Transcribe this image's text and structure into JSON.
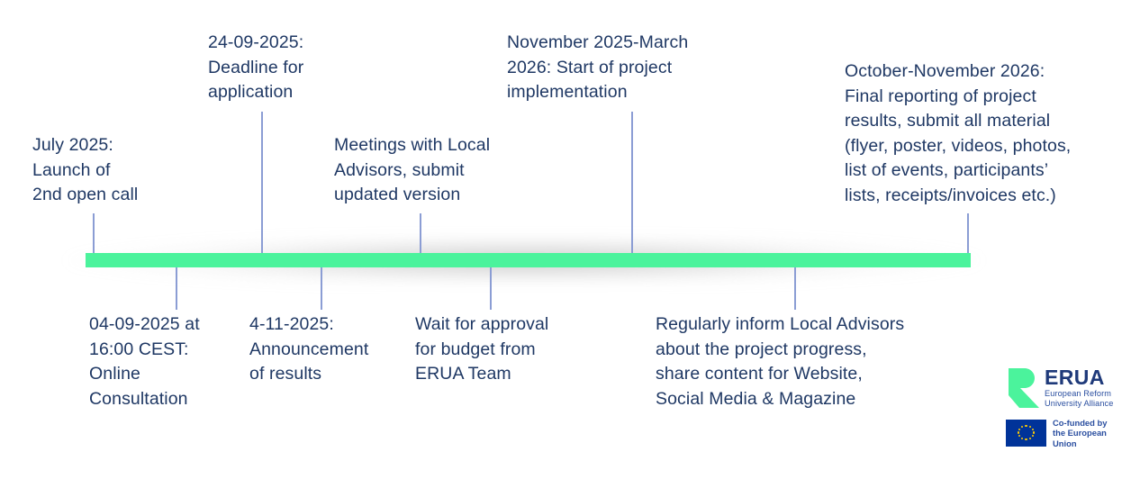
{
  "timeline": {
    "bar_color": "#4bf39c",
    "text_color": "#1f3864",
    "connector_color": "#8b9dd4",
    "above_items": [
      {
        "id": "launch",
        "text": "July 2025:\nLaunch of\n2nd open call"
      },
      {
        "id": "deadline",
        "text": "24-09-2025:\nDeadline for\napplication"
      },
      {
        "id": "meetings",
        "text": "Meetings with Local\nAdvisors, submit\nupdated version"
      },
      {
        "id": "implementation",
        "text": "November 2025-March\n2026: Start of project\nimplementation"
      },
      {
        "id": "final-reporting",
        "text": "October-November 2026:\nFinal reporting of project\nresults, submit all material\n(flyer, poster, videos, photos,\nlist of events, participants’\nlists, receipts/invoices etc.)"
      }
    ],
    "below_items": [
      {
        "id": "online-consultation",
        "text": "04-09-2025 at\n16:00 CEST:\nOnline\nConsultation"
      },
      {
        "id": "announcement",
        "text": "4-11-2025:\nAnnouncement\nof results"
      },
      {
        "id": "budget-approval",
        "text": "Wait for approval\nfor budget from\nERUA Team"
      },
      {
        "id": "inform-advisors",
        "text": "Regularly inform Local Advisors\nabout the project progress,\nshare content for Website,\nSocial Media & Magazine"
      }
    ]
  },
  "logos": {
    "erua": {
      "wordmark": "ERUA",
      "tagline": "European Reform\nUniversity Alliance",
      "mark_color": "#4bf39c",
      "text_color": "#1f3a7a"
    },
    "eu": {
      "caption": "Co-funded by\nthe European Union",
      "flag_color": "#003399",
      "star_color": "#ffcc00"
    }
  }
}
